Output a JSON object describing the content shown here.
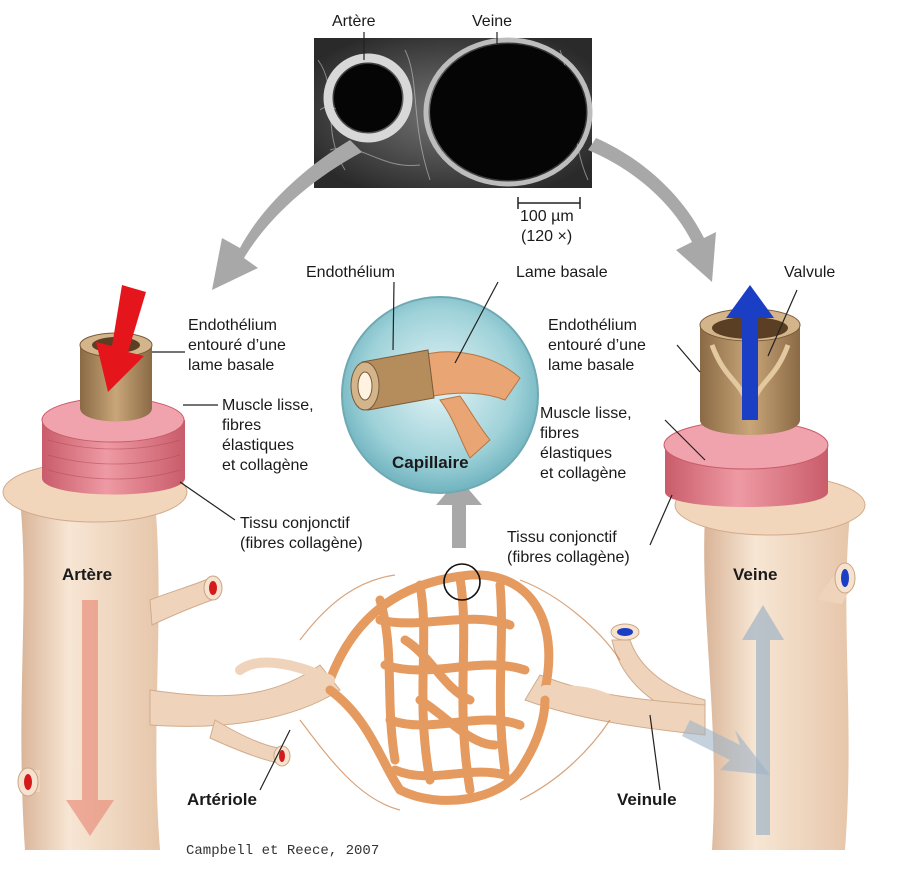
{
  "micrograph": {
    "artery_label": "Artère",
    "vein_label": "Veine",
    "scale_value": "100 µm",
    "magnification": "(120 ×)"
  },
  "artery": {
    "title": "Artère",
    "endothelium": "Endothélium\nentouré d’une\nlame basale",
    "muscle": "Muscle lisse,\nfibres\nélastiques\net collagène",
    "connective": "Tissu conjonctif\n(fibres collagène)",
    "arrow_color": "#e4151b"
  },
  "capillary": {
    "title": "Capillaire",
    "endothelium": "Endothélium",
    "basal_lamina": "Lame basale"
  },
  "vein": {
    "title": "Veine",
    "valve": "Valvule",
    "endothelium": "Endothélium\nentouré d’une\nlame basale",
    "muscle": "Muscle lisse,\nfibres\nélastiques\net collagène",
    "connective": "Tissu conjonctif\n(fibres collagène)",
    "arrow_color": "#1b3fc4"
  },
  "bed": {
    "arteriole": "Artériole",
    "venule": "Veinule"
  },
  "credit": "Campbell et Reece, 2007",
  "colors": {
    "vessel": "#f3dcc6",
    "vessel_shade": "#d9b498",
    "muscle": "#e07a86",
    "capillary": "#e59a5f",
    "grey_arrow": "#a6a6a6"
  }
}
